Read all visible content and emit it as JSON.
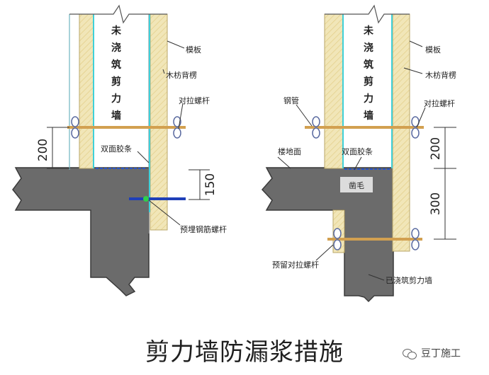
{
  "caption": "剪力墙防漏浆措施",
  "watermark": {
    "text": "豆丁施工",
    "icon": "wechat-icon"
  },
  "left": {
    "wall_text": [
      "未",
      "浇",
      "筑",
      "剪",
      "力",
      "墙"
    ],
    "labels": {
      "formwork": "模板",
      "wood_beam": "木枋背楞",
      "tie_bolt": "对拉螺杆",
      "sponge": "双面胶条",
      "embedded_bolt": "预埋钢筋螺杆"
    },
    "dims": {
      "d200": "200",
      "d150": "150"
    }
  },
  "right": {
    "wall_text": [
      "未",
      "浇",
      "筑",
      "剪",
      "力",
      "墙"
    ],
    "labels": {
      "formwork": "模板",
      "wood_beam": "木枋背楞",
      "steel_pipe": "钢管",
      "tie_bolt": "对拉螺杆",
      "floor": "楼地面",
      "sponge": "双面胶条",
      "roughen": "凿毛",
      "pre_bolt": "预留对拉螺杆",
      "cast_wall": "已浇筑剪力墙"
    },
    "dims": {
      "d200": "200",
      "d300": "300"
    }
  },
  "colors": {
    "concrete": "#6b6b6b",
    "formwork": "#f0e4b4",
    "tape": "#2a55c8",
    "bolt": "#d2a050",
    "cyan": "#3fd0d8"
  }
}
